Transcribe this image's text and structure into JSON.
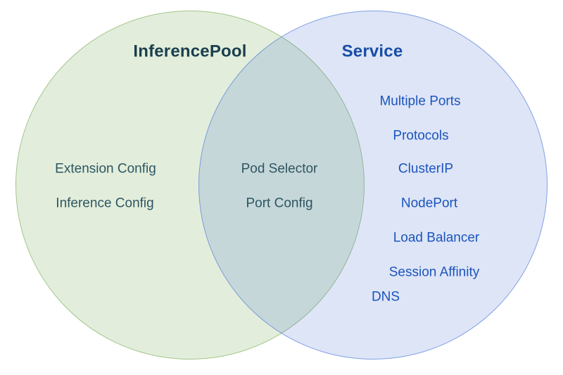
{
  "venn": {
    "type": "venn",
    "left": {
      "title": "InferencePool",
      "items": [
        "Extension Config",
        "Inference Config"
      ],
      "fill_color": "#e4efdc",
      "border_color": "#a9cb8e",
      "title_color": "#1a3e4d",
      "item_color": "#2e5562"
    },
    "right": {
      "title": "Service",
      "items": [
        "Multiple Ports",
        "Protocols",
        "ClusterIP",
        "NodePort",
        "Load Balancer",
        "Session Affinity",
        "DNS"
      ],
      "fill_color": "#dde5f7",
      "border_color": "#7fa3e8",
      "title_color": "#174ea6",
      "item_color": "#1b55bc"
    },
    "intersection": {
      "items": [
        "Pod Selector",
        "Port Config"
      ],
      "item_color": "#2e5562"
    }
  }
}
